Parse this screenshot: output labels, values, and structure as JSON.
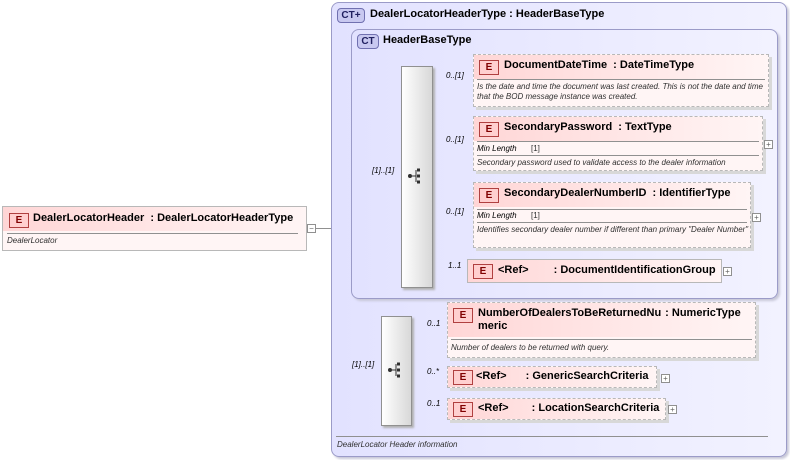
{
  "root": {
    "badge": "E",
    "name": "DealerLocatorHeader",
    "type": ": DealerLocatorHeaderType",
    "doc": "DealerLocator"
  },
  "outer_ct": {
    "badge": "CT",
    "title": "DealerLocatorHeaderType : HeaderBaseType",
    "doc": "DealerLocator Header information"
  },
  "inner_ct": {
    "badge": "CT",
    "title": "HeaderBaseType"
  },
  "seq1": {
    "mult": "[1]..[1]"
  },
  "seq2": {
    "mult": "[1]..[1]"
  },
  "elements": {
    "document_date_time": {
      "badge": "E",
      "mult": "0..[1]",
      "name": "DocumentDateTime",
      "type": ": DateTimeType",
      "doc": "Is the date and time the document was last created. This is not the date and time that the BOD message instance was created."
    },
    "secondary_password": {
      "badge": "E",
      "mult": "0..[1]",
      "name": "SecondaryPassword",
      "type": ": TextType",
      "facet_label": "Min Length",
      "facet_value": "[1]",
      "doc": "Secondary password used to validate access to the dealer information"
    },
    "secondary_dealer_number": {
      "badge": "E",
      "mult": "0..[1]",
      "name": "SecondaryDealerNumberID",
      "type": ": IdentifierType",
      "facet_label": "Min Length",
      "facet_value": "[1]",
      "doc": "Identifies secondary dealer number if different than primary \"Dealer Number\""
    },
    "document_identification_group": {
      "badge": "E",
      "mult": "1..1",
      "ref": "<Ref>",
      "type": ": DocumentIdentificationGroup"
    },
    "number_of_dealers": {
      "badge": "E",
      "mult": "0..1",
      "name_line1": "NumberOfDealersToBeReturnedNu",
      "name_line2": "meric",
      "type_line1": ": NumericType",
      "type_line2": "",
      "doc": "Number of dealers to be returned with query."
    },
    "generic_search_criteria": {
      "badge": "E",
      "mult": "0..*",
      "ref": "<Ref>",
      "type": ": GenericSearchCriteria"
    },
    "location_search_criteria": {
      "badge": "E",
      "mult": "0..1",
      "ref": "<Ref>",
      "type": ": LocationSearchCriteria"
    }
  },
  "icons": {
    "expand": "plus-icon",
    "collapse": "minus-icon",
    "sequence": "sequence-icon"
  },
  "colors": {
    "element_header": "#ffd6d6",
    "element_badge": "#ffcfcf",
    "complex_type_bg": "#e2e2ff",
    "complex_type_border": "#9b9bc8"
  }
}
